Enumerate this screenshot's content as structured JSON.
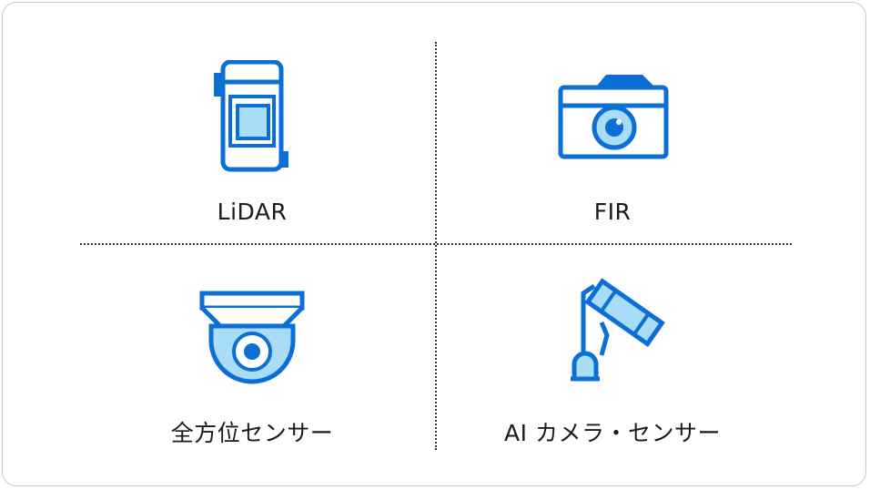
{
  "cells": [
    {
      "label": "LiDAR",
      "icon": "lidar-icon"
    },
    {
      "label": "FIR",
      "icon": "camera-icon"
    },
    {
      "label": "全方位センサー",
      "icon": "dome-camera-icon"
    },
    {
      "label": "AI カメラ・センサー",
      "icon": "security-camera-icon"
    }
  ],
  "colors": {
    "icon_stroke": "#0b6fd6",
    "icon_fill": "#a9dcf6",
    "text": "#1a1a1a",
    "border": "#c8c8c8"
  }
}
